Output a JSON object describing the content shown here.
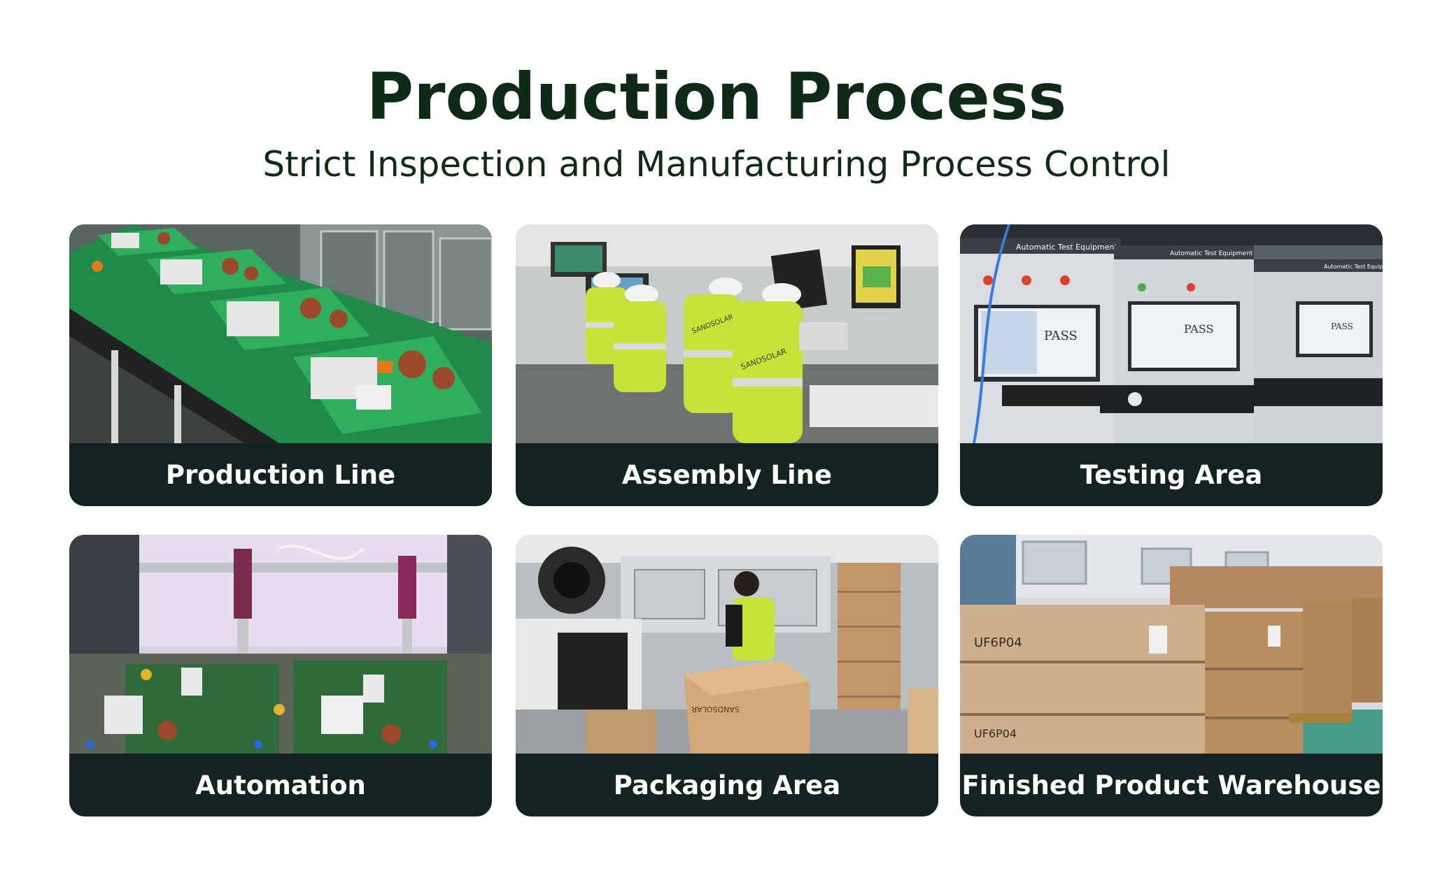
{
  "header": {
    "title": "Production Process",
    "subtitle": "Strict Inspection and Manufacturing Process Control"
  },
  "colors": {
    "title_text": "#0f2a16",
    "caption_bar": "#142321",
    "caption_text": "#ffffff"
  },
  "cards": [
    {
      "label": "Production Line"
    },
    {
      "label": "Assembly Line"
    },
    {
      "label": "Testing Area"
    },
    {
      "label": "Automation"
    },
    {
      "label": "Packaging Area"
    },
    {
      "label": "Finished Product Warehouse"
    }
  ],
  "photo_text": {
    "testing": {
      "ate_1": "Automatic Test Equipment",
      "ate_2": "Automatic Test Equipment",
      "ate_3": "Automatic Test Equipment",
      "pass_1": "PASS",
      "pass_2": "PASS",
      "pass_3": "PASS"
    },
    "assembly": {
      "vest_1": "SANDSOLAR",
      "vest_2": "SANDSOLAR"
    },
    "packaging": {
      "box": "SANDSOLAR"
    },
    "warehouse": {
      "box_1": "UF6P04",
      "box_2": "UF6P04"
    }
  }
}
